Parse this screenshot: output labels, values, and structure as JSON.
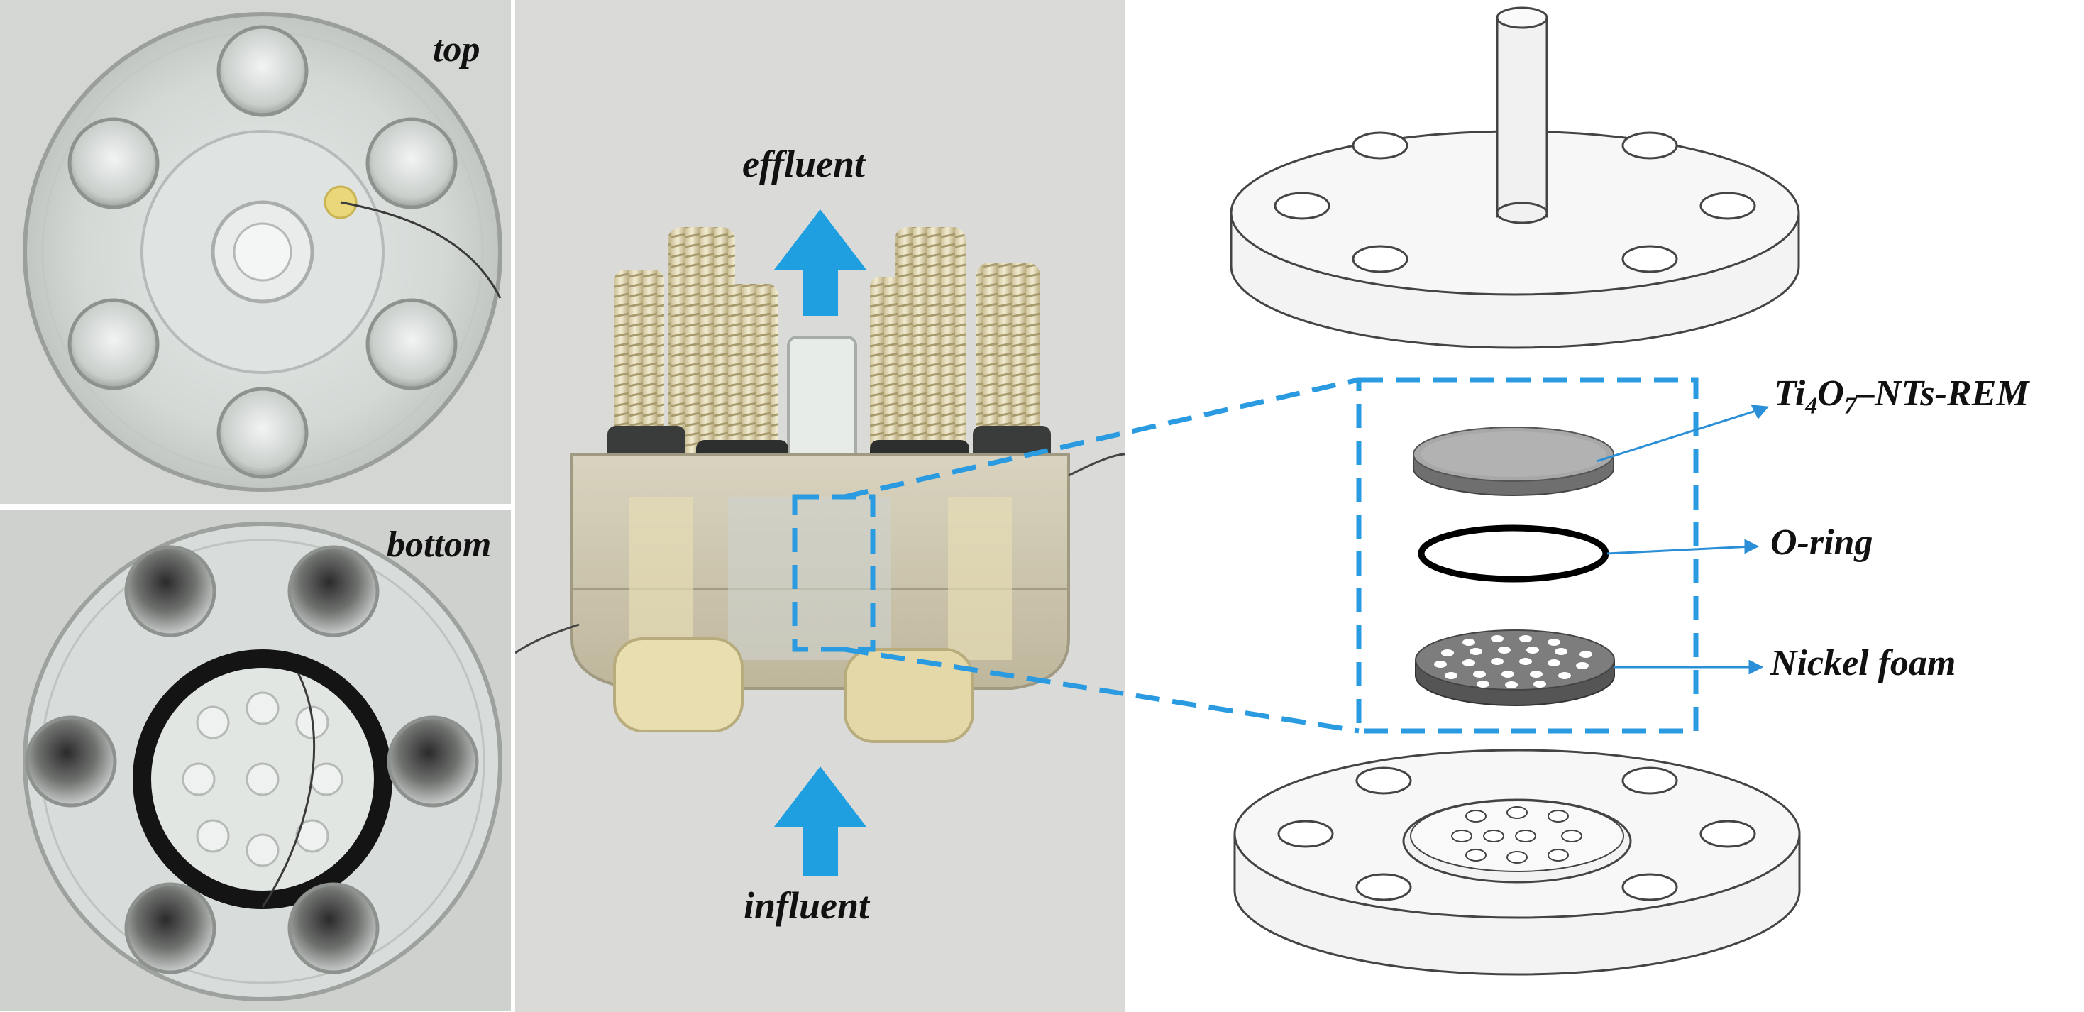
{
  "photos": {
    "top_label": "top",
    "bottom_label": "bottom"
  },
  "flow": {
    "effluent_label": "effluent",
    "influent_label": "influent",
    "arrow_color": "#1f9ee0"
  },
  "exploded_view": {
    "layers": [
      {
        "id": "ti4o7",
        "label_main": "Ti",
        "sub1": "4",
        "mid": "O",
        "sub2": "7",
        "suffix": "–NTs-REM"
      },
      {
        "id": "oring",
        "label": "O-ring"
      },
      {
        "id": "nickel",
        "label": "Nickel foam"
      }
    ],
    "callout_color": "#2a8fd6",
    "dash_color": "#2a9be0"
  }
}
